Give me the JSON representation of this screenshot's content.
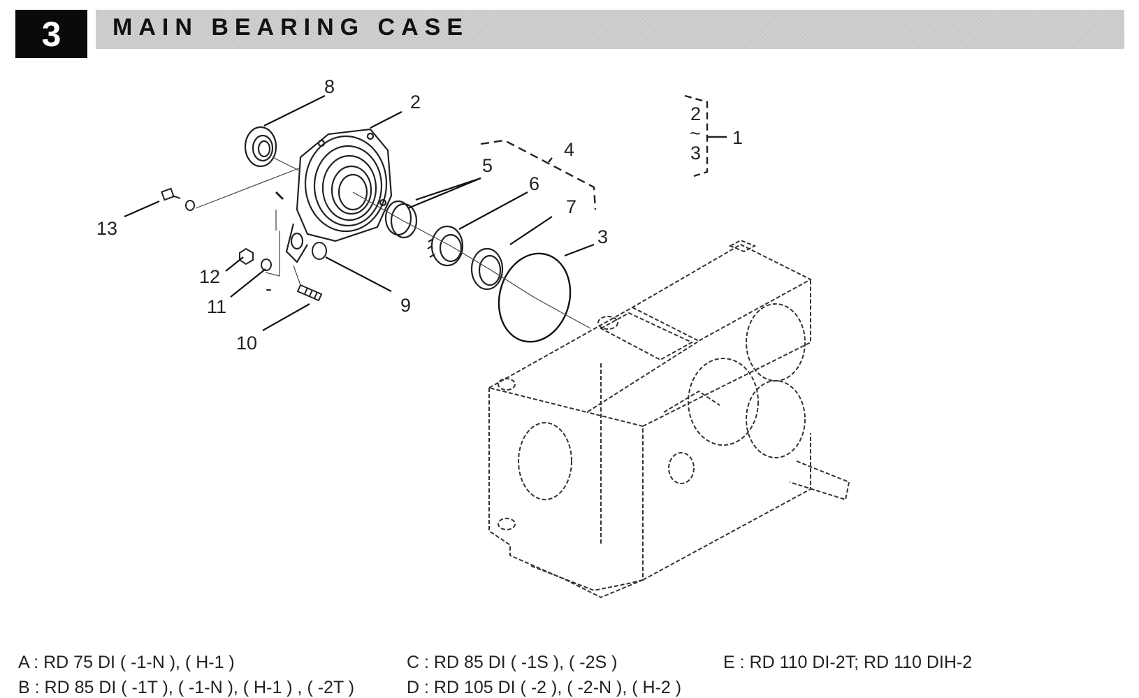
{
  "header": {
    "section_number": "3",
    "title": "MAIN BEARING CASE"
  },
  "callouts": {
    "c1": "1",
    "c2": "2",
    "c3": "3",
    "c4": "4",
    "c5": "5",
    "c6": "6",
    "c7": "7",
    "c8": "8",
    "c9": "9",
    "c10": "10",
    "c11": "11",
    "c12": "12",
    "c13": "13",
    "bracket_top": "2",
    "bracket_mid": "~",
    "bracket_bottom": "3",
    "minus": "-"
  },
  "legend": {
    "a": "A : RD 75 DI ( -1-N ), ( H-1 )",
    "b": "B : RD 85 DI ( -1T ), ( -1-N ), ( H-1 ) , ( -2T )",
    "c": "C : RD 85 DI ( -1S ), ( -2S )",
    "d": "D : RD 105 DI ( -2 ), ( -2-N ), ( H-2 )",
    "e": "E : RD 110 DI-2T; RD 110 DIH-2"
  }
}
